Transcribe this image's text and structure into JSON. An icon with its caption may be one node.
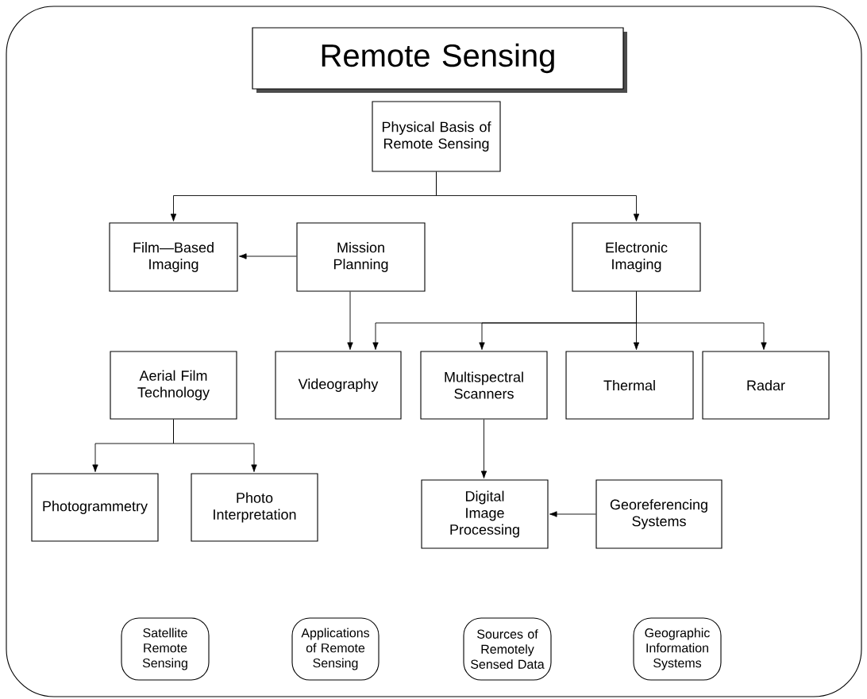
{
  "diagram": {
    "nodes": [
      {
        "text": [
          "Remote Sensing"
        ]
      },
      {
        "text": [
          "Physical Basis of Remote Sensing"
        ]
      },
      {
        "text": [
          "Film—Based Imaging"
        ]
      },
      {
        "text": [
          "Mission Planning"
        ]
      },
      {
        "text": [
          "Electronic Imaging"
        ]
      },
      {
        "text": [
          "Aerial Film Technology"
        ]
      },
      {
        "text": [
          "Videography"
        ]
      },
      {
        "text": [
          "Multispectral Scanners"
        ]
      },
      {
        "text": [
          "Thermal"
        ]
      },
      {
        "text": [
          "Radar"
        ]
      },
      {
        "text": [
          "Photogrammetry"
        ]
      },
      {
        "text": [
          "Photo Interpretation"
        ]
      },
      {
        "text": [
          "Digital Image Processing"
        ]
      },
      {
        "text": [
          "Georeferencing Systems"
        ]
      },
      {
        "text": [
          "Satellite Remote Sensing"
        ]
      },
      {
        "text": [
          "Applications of Remote Sensing"
        ]
      },
      {
        "text": [
          "Sources of Remotely Sensed Data"
        ]
      },
      {
        "text": [
          "Geographic Information Systems"
        ]
      }
    ],
    "edges": [
      {
        "from": 1,
        "to": 2,
        "arrow": "to"
      },
      {
        "from": 1,
        "to": 4,
        "arrow": "to"
      },
      {
        "from": 3,
        "to": 2,
        "arrow": "to"
      },
      {
        "from": 3,
        "to": 6,
        "arrow": "to"
      },
      {
        "from": 4,
        "to": 6,
        "arrow": "to"
      },
      {
        "from": 4,
        "to": 7,
        "arrow": "to"
      },
      {
        "from": 4,
        "to": 8,
        "arrow": "to"
      },
      {
        "from": 4,
        "to": 9,
        "arrow": "to"
      },
      {
        "from": 5,
        "to": 10,
        "arrow": "to"
      },
      {
        "from": 5,
        "to": 11,
        "arrow": "to"
      },
      {
        "from": 7,
        "to": 12,
        "arrow": "to"
      },
      {
        "from": 13,
        "to": 12,
        "arrow": "to"
      }
    ]
  }
}
